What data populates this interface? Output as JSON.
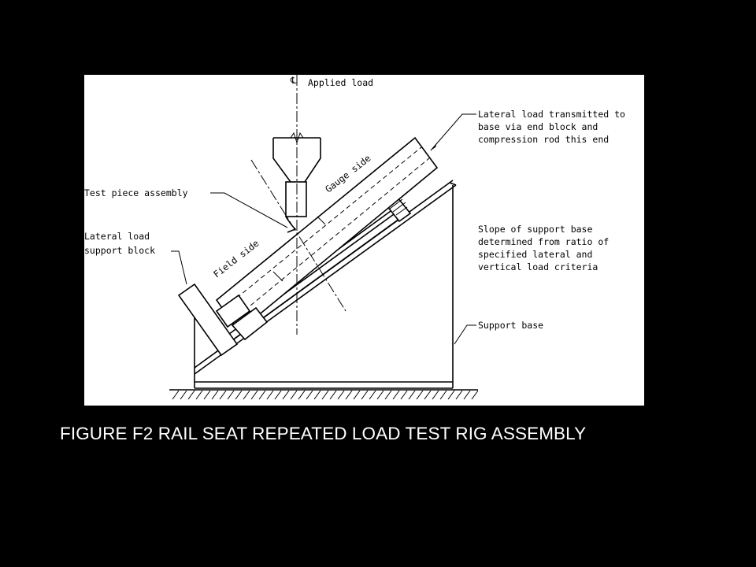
{
  "caption": "FIGURE F2 RAIL SEAT REPEATED LOAD TEST RIG ASSEMBLY",
  "labels": {
    "centerline_symbol": "℄",
    "applied_load": "Applied load",
    "lateral_load_transmitted": [
      "Lateral load transmitted to",
      "base via end block and",
      "compression rod this end"
    ],
    "test_piece_assembly": "Test piece assembly",
    "lateral_load_support_block": [
      "Lateral load",
      "support block"
    ],
    "slope_of_support_base": [
      "Slope of support base",
      "determined from ratio of",
      "specified lateral and",
      "vertical load criteria"
    ],
    "support_base": "Support base",
    "gauge_side": "Gauge side",
    "field_side": "Field side"
  },
  "colors": {
    "background": "#000000",
    "panel": "#ffffff",
    "ink": "#000000",
    "caption": "#ffffff"
  }
}
